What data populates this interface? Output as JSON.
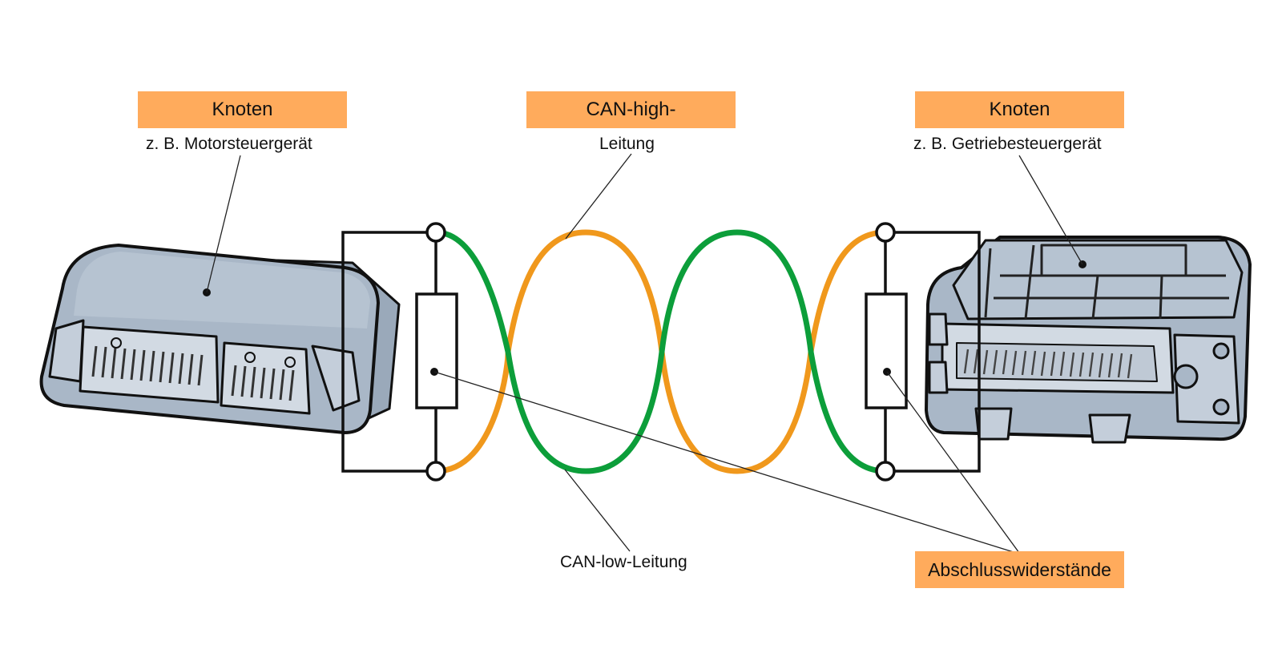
{
  "labels": {
    "left_node_title": "Knoten",
    "left_node_sub": "z. B. Motorsteuergerät",
    "can_high_title": "CAN-high-",
    "can_high_sub": "Leitung",
    "right_node_title": "Knoten",
    "right_node_sub": "z. B. Getriebesteuergerät",
    "can_low": "CAN-low-Leitung",
    "terminators": "Abschlusswiderstände"
  },
  "colors": {
    "label_box": "#ffab5c",
    "can_high_wire": "#f0981c",
    "can_low_wire": "#0c9e3a",
    "ecu_body": "#a9b7c7",
    "ecu_face": "#d2dae3",
    "outline": "#111111"
  },
  "icons": {
    "left_ecu": "engine-control-unit-icon",
    "right_ecu": "transmission-control-unit-icon",
    "resistor": "resistor-icon"
  }
}
